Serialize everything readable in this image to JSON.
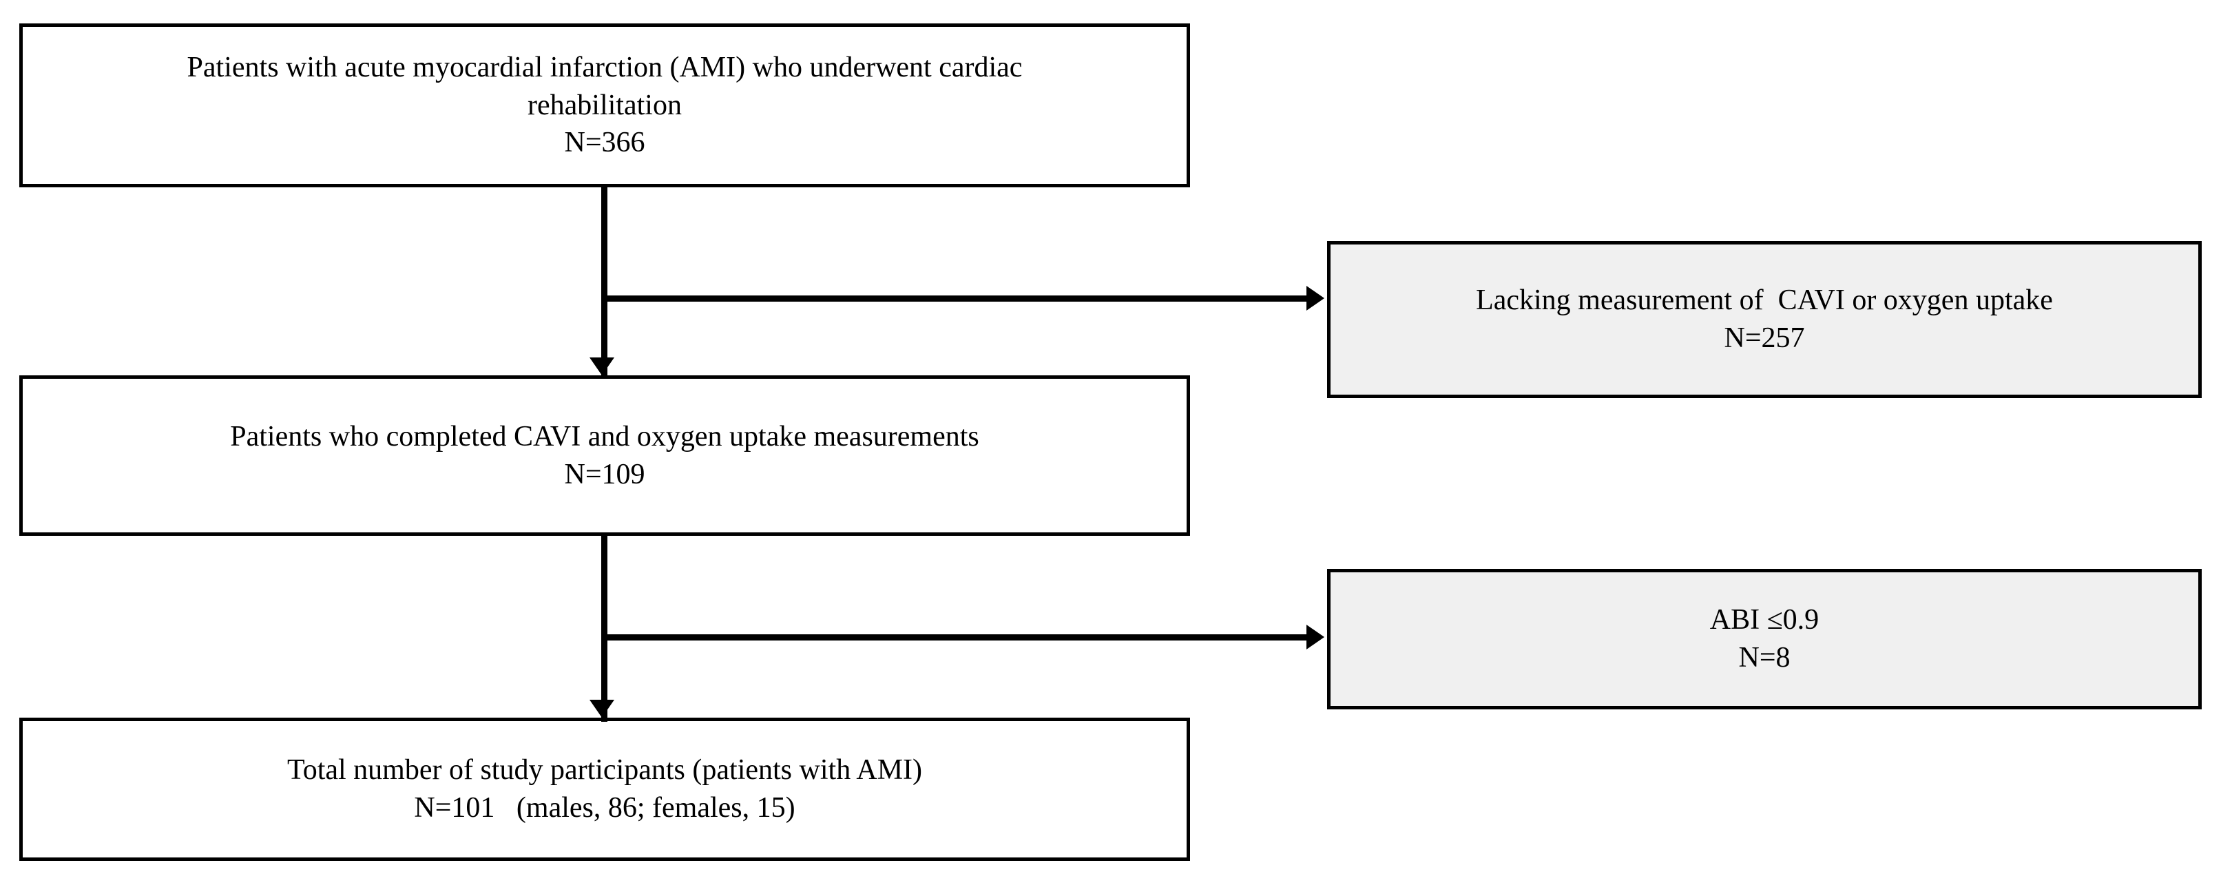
{
  "figure": {
    "type": "flowchart",
    "orientation": "top-to-bottom",
    "colors": {
      "border": "#000000",
      "primary_fill": "#ffffff",
      "exclusion_fill": "#f0f0f0",
      "text": "#000000"
    }
  },
  "nodes": {
    "enrolled": {
      "line1": "Patients with acute myocardial infarction (AMI) who underwent cardiac",
      "line2": "rehabilitation",
      "line3": "N=366",
      "count": 366
    },
    "measured": {
      "line1": "Patients who completed CAVI and oxygen uptake measurements",
      "line2": "N=109",
      "count": 109
    },
    "total": {
      "line1": "Total number of study participants (patients with AMI)",
      "line2": "N=101   (males, 86; females, 15)",
      "count": 101,
      "males": 86,
      "females": 15
    },
    "exclusion_cavi": {
      "line1": "Lacking measurement of  CAVI or oxygen uptake",
      "line2": "N=257",
      "count": 257
    },
    "exclusion_abi": {
      "line1": "ABI ≤0.9",
      "line2": "N=8",
      "count": 8
    }
  },
  "connectors": [
    {
      "name": "enrolled-to-measured",
      "kind": "arrow-down"
    },
    {
      "name": "enrolled-to-exclusion-cavi",
      "kind": "arrow-right"
    },
    {
      "name": "measured-to-total",
      "kind": "arrow-down"
    },
    {
      "name": "measured-to-exclusion-abi",
      "kind": "arrow-right"
    }
  ]
}
